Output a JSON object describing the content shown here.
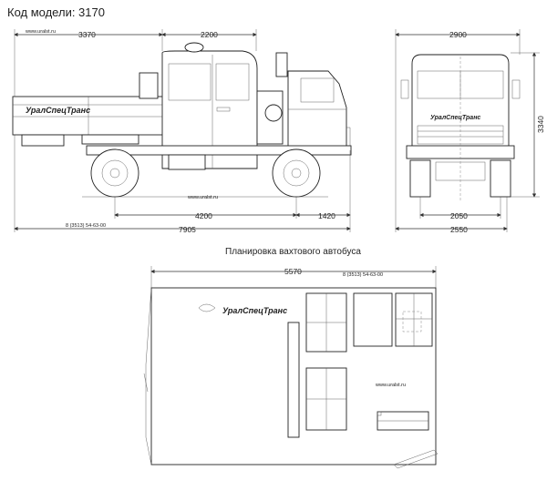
{
  "header": {
    "model_code": "Код модели: 3170"
  },
  "side_view": {
    "dims": {
      "rear_overhang": "3370",
      "cab_len": "2200",
      "wheelbase": "4200",
      "front_overhang": "1420",
      "total_len": "7905"
    },
    "site": "www.uralst.ru",
    "phone": "8 (3513) 54-63-00",
    "brand": "УралСпецТранс"
  },
  "front_view": {
    "dims": {
      "top_width": "2900",
      "height": "3340",
      "track": "2050",
      "total_width": "2550"
    },
    "brand": "УралСпецТранс"
  },
  "plan_view": {
    "title": "Планировка вахтового автобуса",
    "dims": {
      "length": "5570"
    },
    "phone": "8 (3513) 54-63-00",
    "brand": "УралСпецТранс",
    "site": "www.uralst.ru"
  }
}
